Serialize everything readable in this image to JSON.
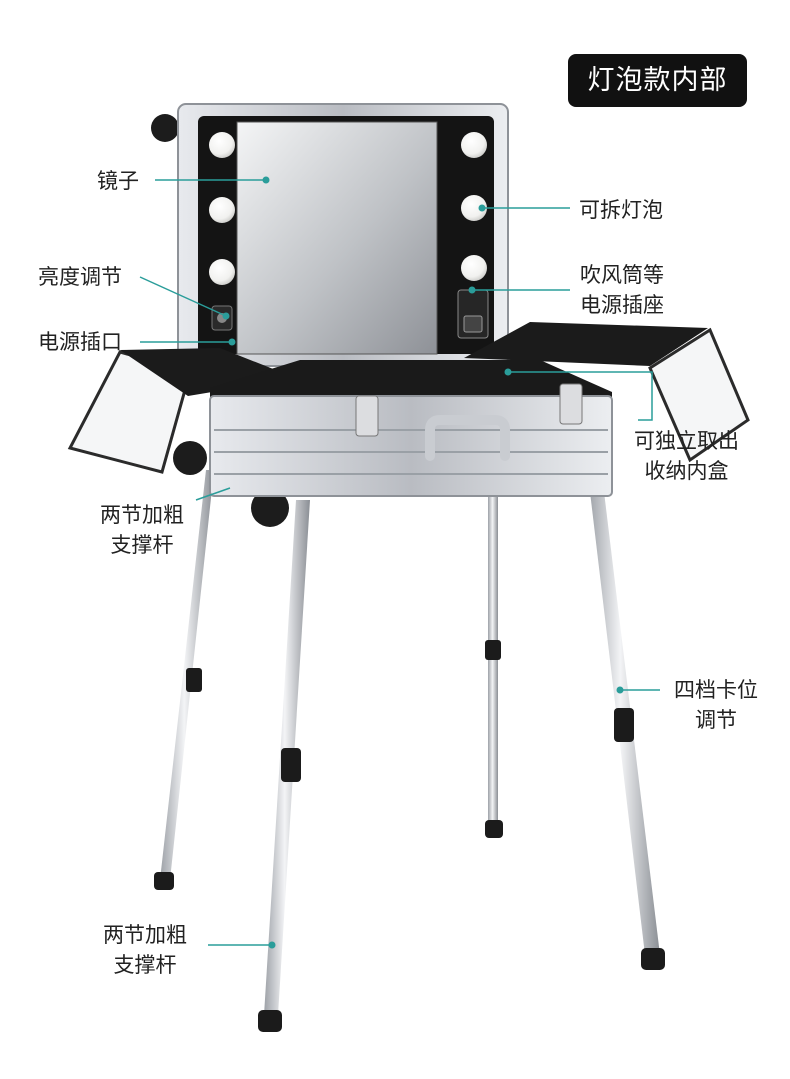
{
  "badge": {
    "text": "灯泡款内部"
  },
  "callouts": {
    "mirror": "镜子",
    "brightness": "亮度调节",
    "power_port": "电源插口",
    "removable_bulb": "可拆灯泡",
    "socket_line1": "吹风筒等",
    "socket_line2": "电源插座",
    "tray_line1": "可独立取出",
    "tray_line2": "收纳内盒",
    "rod_top_line1": "两节加粗",
    "rod_top_line2": "支撑杆",
    "lock_line1": "四档卡位",
    "lock_line2": "调节",
    "rod_bottom_line1": "两节加粗",
    "rod_bottom_line2": "支撑杆"
  },
  "colors": {
    "leader_line": "#2a9d9a",
    "badge_bg": "#111111",
    "aluminum": "#c9ccd1",
    "panel_black": "#141414"
  },
  "icons": {
    "bulb": "vanity-bulb-icon",
    "socket": "power-socket-icon",
    "knob": "dimmer-knob-icon",
    "wheel": "caster-wheel-icon",
    "lock": "combination-lock-icon"
  }
}
